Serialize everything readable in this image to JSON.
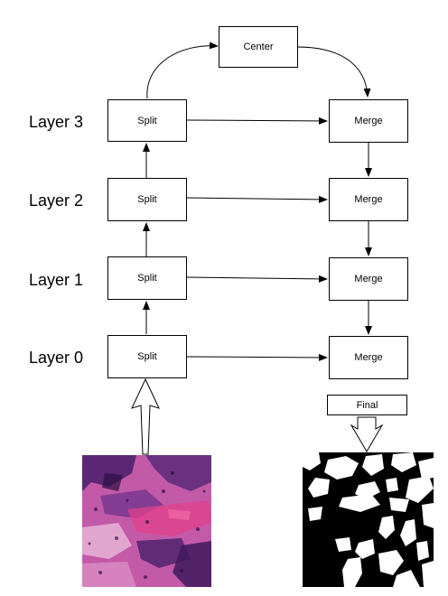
{
  "center_label": "Center",
  "final_label": "Final",
  "layers": [
    {
      "name": "Layer 3",
      "split": "Split",
      "merge": "Merge"
    },
    {
      "name": "Layer 2",
      "split": "Split",
      "merge": "Merge"
    },
    {
      "name": "Layer 1",
      "split": "Split",
      "merge": "Merge"
    },
    {
      "name": "Layer 0",
      "split": "Split",
      "merge": "Merge"
    }
  ],
  "colors": {
    "line": "#000000",
    "histology_base": "#c35aa8",
    "histology_dark": "#4a1f6b",
    "histology_pink": "#e0408a",
    "mask_background": "#000000",
    "mask_foreground": "#ffffff"
  }
}
